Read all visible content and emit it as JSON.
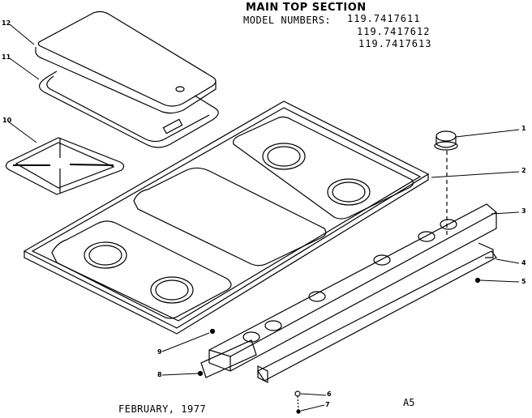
{
  "header": {
    "title": "MAIN TOP SECTION",
    "models_label": "MODEL NUMBERS:",
    "model_numbers": [
      "119.7417611",
      "119.7417612",
      "119.7417613"
    ]
  },
  "footer": {
    "date": "FEBRUARY, 1977",
    "page": "A5"
  },
  "callouts": [
    {
      "id": "1",
      "label": "1",
      "part": "burner-knob"
    },
    {
      "id": "2",
      "label": "2",
      "part": "main-top"
    },
    {
      "id": "3",
      "label": "3",
      "part": "control-panel-manifold-cover"
    },
    {
      "id": "4",
      "label": "4",
      "part": "bracket-rail"
    },
    {
      "id": "5",
      "label": "5",
      "part": "screw"
    },
    {
      "id": "6",
      "label": "6",
      "part": "screw-washer"
    },
    {
      "id": "7",
      "label": "7",
      "part": "nut"
    },
    {
      "id": "8",
      "label": "8",
      "part": "end-screw"
    },
    {
      "id": "9",
      "label": "9",
      "part": "top-screw"
    },
    {
      "id": "10",
      "label": "10",
      "part": "grate"
    },
    {
      "id": "11",
      "label": "11",
      "part": "griddle-pan"
    },
    {
      "id": "12",
      "label": "12",
      "part": "griddle-cover"
    }
  ]
}
